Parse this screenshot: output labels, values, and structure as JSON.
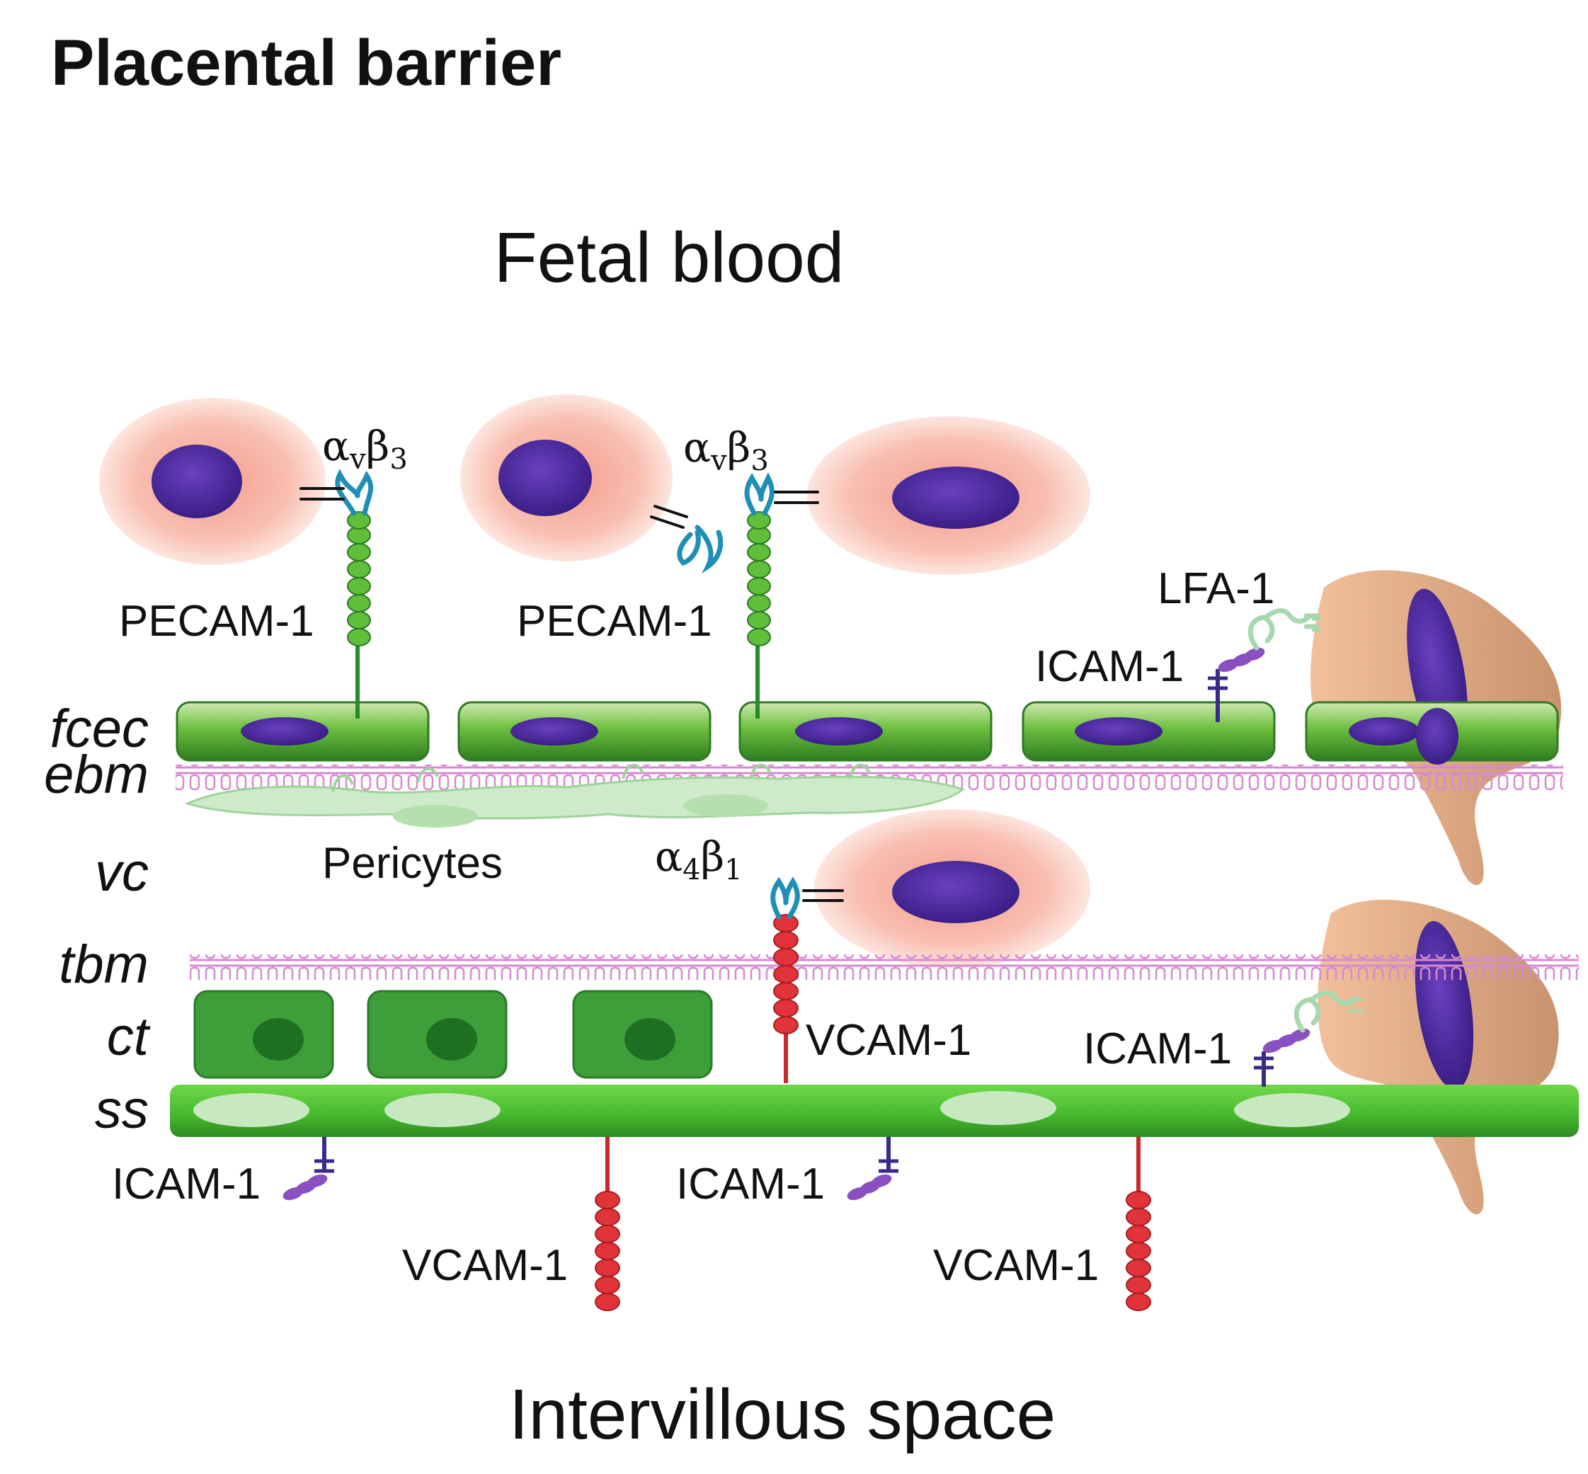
{
  "title": "Placental barrier",
  "regions": {
    "top": "Fetal blood",
    "bottom": "Intervillous space"
  },
  "layers": {
    "fcec": "fcec",
    "ebm": "ebm",
    "vc": "vc",
    "tbm": "tbm",
    "ct": "ct",
    "ss": "ss"
  },
  "labels": {
    "pecam_left": "PECAM-1",
    "pecam_mid": "PECAM-1",
    "lfa1": "LFA-1",
    "icam_fcec": "ICAM-1",
    "pericytes": "Pericytes",
    "vcam_vc": "VCAM-1",
    "icam_ct": "ICAM-1",
    "icam_ss_left": "ICAM-1",
    "icam_ss_mid": "ICAM-1",
    "vcam_ss_left": "VCAM-1",
    "vcam_ss_right": "VCAM-1"
  },
  "integrins": {
    "avb3_left": {
      "base": "α",
      "sub1": "v",
      "mid": "β",
      "sub2": "3"
    },
    "avb3_mid": {
      "base": "α",
      "sub1": "v",
      "mid": "β",
      "sub2": "3"
    },
    "a4b1": {
      "base": "α",
      "sub1": "4",
      "mid": "β",
      "sub2": "1"
    }
  },
  "colors": {
    "fetal_cell_glow": "#f7b8a8",
    "nucleus": "#4b2a9a",
    "endothelial": "#5fb33e",
    "membrane": "#d58ad0",
    "cytotrophoblast": "#3d9e3a",
    "syncytium": "#4cc23a",
    "pecam": "#5fbf3a",
    "vcam": "#e0333a",
    "icam": "#7b4bb8",
    "lfa1": "#a8d8b0",
    "integrin": "#1f8fb5",
    "macrophage": "#d39f7a"
  }
}
